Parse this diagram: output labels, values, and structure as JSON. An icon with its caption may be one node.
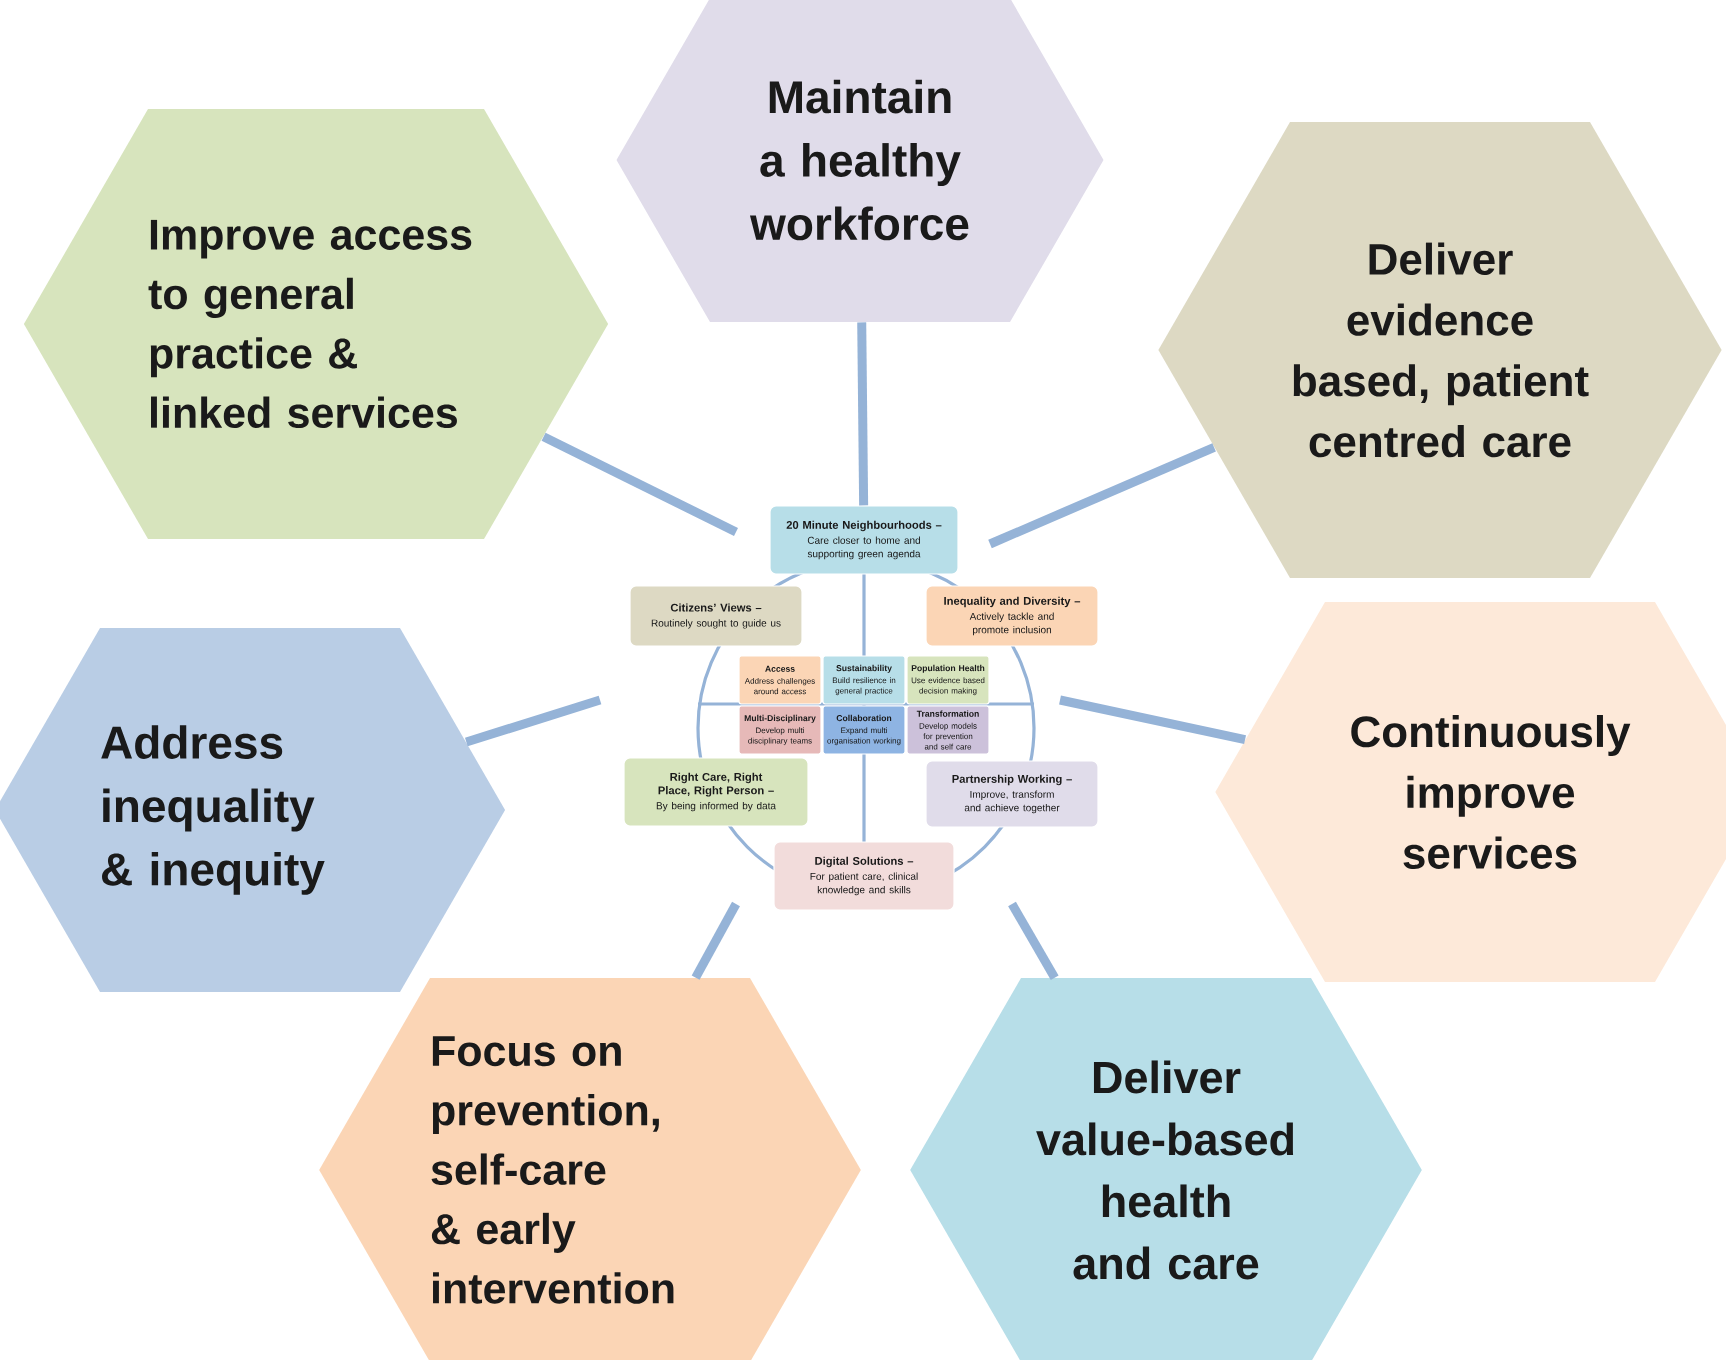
{
  "diagram": {
    "nodes": [
      {
        "text": [
          "Maintain a healthy workforce"
        ]
      },
      {
        "text": [
          "Improve access to general practice & linked services"
        ]
      },
      {
        "text": [
          "Deliver evidence based, patient centred care"
        ]
      },
      {
        "text": [
          "Address inequality & inequity"
        ]
      },
      {
        "text": [
          "Continuously improve services"
        ]
      },
      {
        "text": [
          "Focus on prevention, self-care & early intervention"
        ]
      },
      {
        "text": [
          "Deliver value-based health and care"
        ]
      },
      {
        "text": [
          "20 Minute Neighbourhoods –",
          "Care closer to home and supporting green agenda"
        ]
      },
      {
        "text": [
          "Citizens’ Views –",
          "Routinely sought to guide us"
        ]
      },
      {
        "text": [
          "Inequality and Diversity –",
          "Actively tackle and promote inclusion"
        ]
      },
      {
        "text": [
          "Access",
          "Address challenges around access"
        ]
      },
      {
        "text": [
          "Sustainability",
          "Build resilience in general practice"
        ]
      },
      {
        "text": [
          "Population Health",
          "Use evidence based decision making"
        ]
      },
      {
        "text": [
          "Multi-Disciplinary",
          "Develop multi disciplinary teams"
        ]
      },
      {
        "text": [
          "Collaboration",
          "Expand multi organisation working"
        ]
      },
      {
        "text": [
          "Transformation",
          "Develop models for prevention and self care"
        ]
      },
      {
        "text": [
          "Right Care, Right Place, Right Person –",
          "By being informed by data"
        ]
      },
      {
        "text": [
          "Partnership Working –",
          "Improve, transform and achieve together"
        ]
      },
      {
        "text": [
          "Digital Solutions –",
          "For patient care, clinical knowledge and skills"
        ]
      }
    ],
    "edges": [
      {
        "from": 7,
        "to": 0,
        "arrow": "none"
      },
      {
        "from": null,
        "to": 1,
        "arrow": "none"
      },
      {
        "from": null,
        "to": 2,
        "arrow": "none"
      },
      {
        "from": null,
        "to": 3,
        "arrow": "none"
      },
      {
        "from": null,
        "to": 4,
        "arrow": "none"
      },
      {
        "from": null,
        "to": 5,
        "arrow": "none"
      },
      {
        "from": null,
        "to": 6,
        "arrow": "none"
      }
    ]
  }
}
